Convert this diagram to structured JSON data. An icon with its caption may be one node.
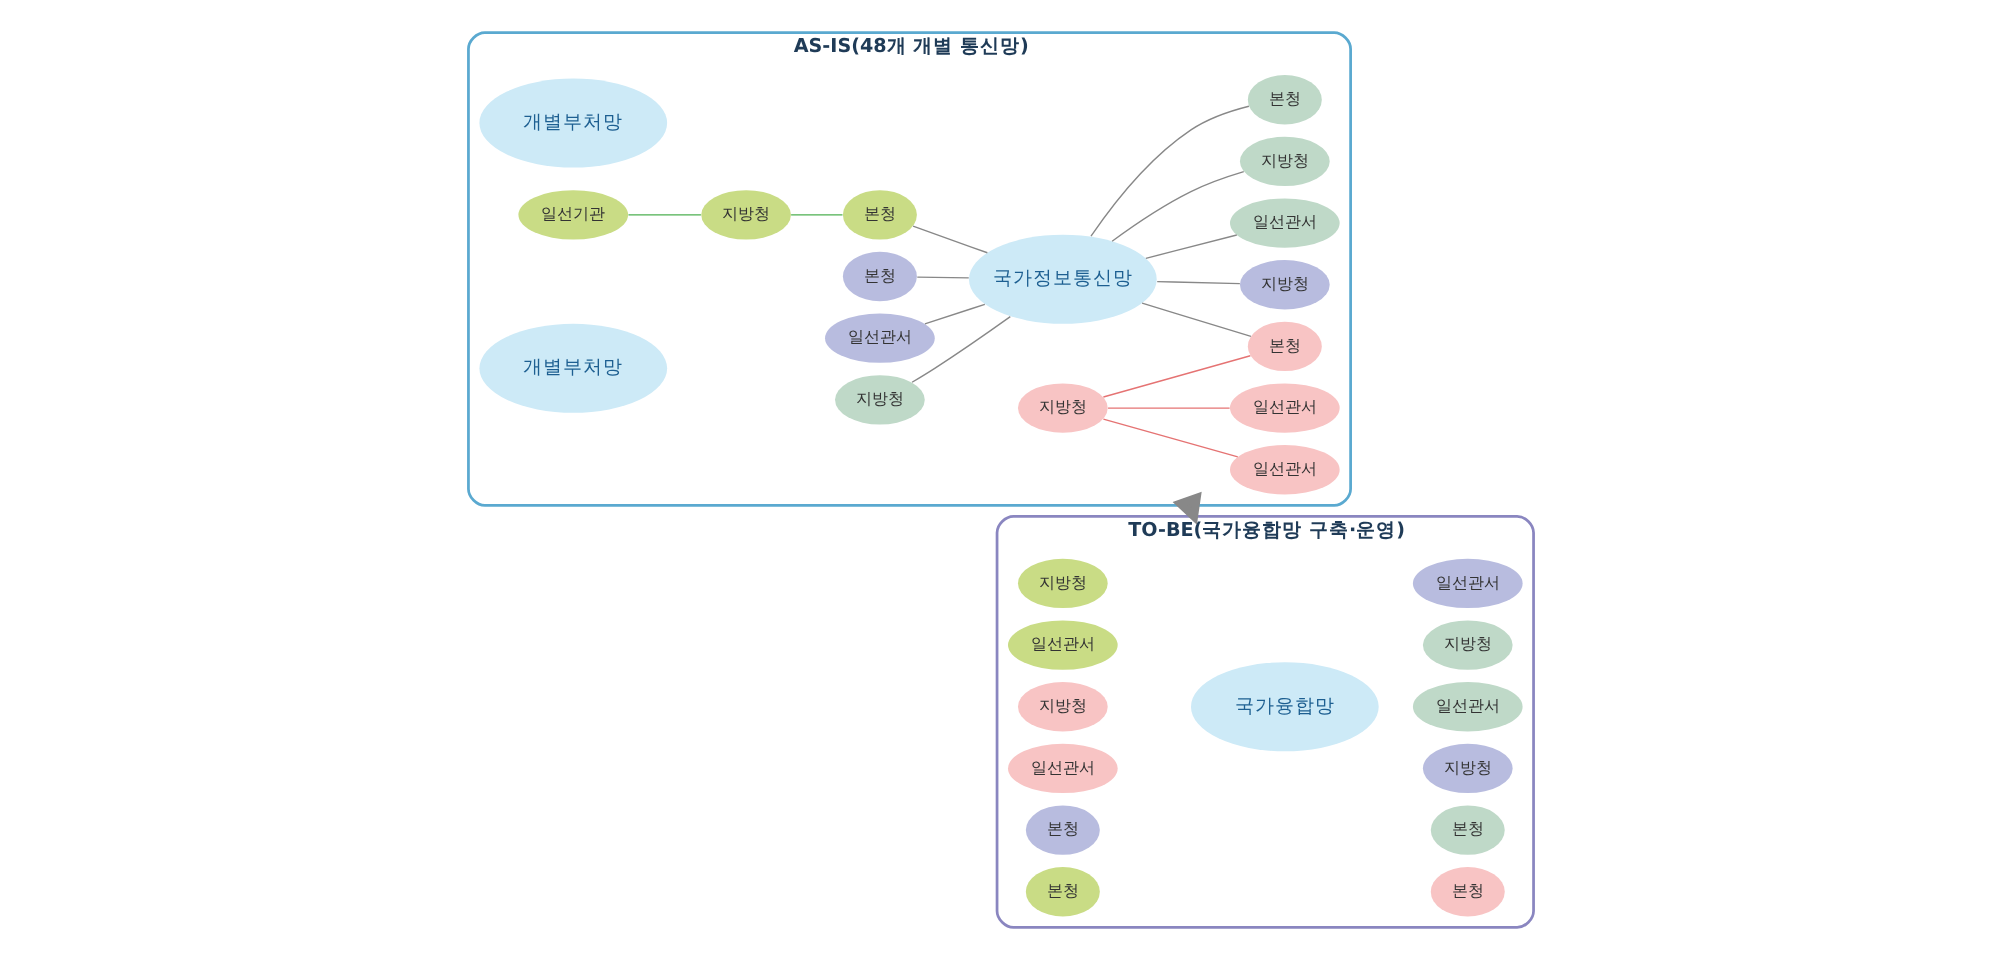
{
  "diagram": {
    "nodes": [
      {
        "text": [
          "AS-IS(48개 개별 통신망)"
        ]
      },
      {
        "text": [
          "개별부처망"
        ],
        "in": 0
      },
      {
        "text": [
          "일선기관"
        ],
        "in": 0
      },
      {
        "text": [
          "지방청"
        ],
        "in": 0
      },
      {
        "text": [
          "본청"
        ],
        "in": 0
      },
      {
        "text": [
          "국가정보통신망"
        ],
        "in": 0
      },
      {
        "text": [
          "본청"
        ],
        "in": 0
      },
      {
        "text": [
          "일선관서"
        ],
        "in": 0
      },
      {
        "text": [
          "지방청"
        ],
        "in": 0
      },
      {
        "text": [
          "본청"
        ],
        "in": 0
      },
      {
        "text": [
          "지방청"
        ],
        "in": 0
      },
      {
        "text": [
          "일선관서"
        ],
        "in": 0
      },
      {
        "text": [
          "지방청"
        ],
        "in": 0
      },
      {
        "text": [
          "개별부처망"
        ],
        "in": 0
      },
      {
        "text": [
          "지방청"
        ],
        "in": 0
      },
      {
        "text": [
          "본청"
        ],
        "in": 0
      },
      {
        "text": [
          "일선관서"
        ],
        "in": 0
      },
      {
        "text": [
          "일선관서"
        ],
        "in": 0
      },
      {
        "text": [
          "TO-BE(국가융합망 구축·운영)"
        ]
      },
      {
        "text": [
          "국가융합망"
        ],
        "in": 18
      },
      {
        "text": [
          "본청"
        ],
        "in": 18
      },
      {
        "text": [
          "본청"
        ],
        "in": 18
      },
      {
        "text": [
          "본청"
        ],
        "in": 18
      },
      {
        "text": [
          "본청"
        ],
        "in": 18
      },
      {
        "text": [
          "지방청"
        ],
        "in": 18
      },
      {
        "text": [
          "지방청"
        ],
        "in": 18
      },
      {
        "text": [
          "일선관서"
        ],
        "in": 18
      },
      {
        "text": [
          "일선관서"
        ],
        "in": 18
      },
      {
        "text": [
          "지방청"
        ],
        "in": 18
      },
      {
        "text": [
          "지방청"
        ],
        "in": 18
      },
      {
        "text": [
          "일선관서"
        ],
        "in": 18
      },
      {
        "text": [
          "일선관서"
        ],
        "in": 18
      }
    ],
    "edges": [
      {
        "from": 2,
        "to": 3,
        "arrow": "none",
        "color": "#4caf50"
      },
      {
        "from": 3,
        "to": 4,
        "arrow": "none",
        "color": "#4caf50"
      },
      {
        "from": 4,
        "to": 5,
        "arrow": "none"
      },
      {
        "from": 6,
        "to": 5,
        "arrow": "none"
      },
      {
        "from": 7,
        "to": 5,
        "arrow": "none"
      },
      {
        "from": 8,
        "to": 5,
        "arrow": "none"
      },
      {
        "from": 5,
        "to": 9,
        "arrow": "none"
      },
      {
        "from": 5,
        "to": 10,
        "arrow": "none"
      },
      {
        "from": 5,
        "to": 11,
        "arrow": "none"
      },
      {
        "from": 5,
        "to": 12,
        "arrow": "none"
      },
      {
        "from": 5,
        "to": 15,
        "arrow": "none"
      },
      {
        "from": 14,
        "to": 15,
        "arrow": "none",
        "color": "#e57373"
      },
      {
        "from": 14,
        "to": 16,
        "arrow": "none",
        "color": "#e57373"
      },
      {
        "from": 14,
        "to": 17,
        "arrow": "none",
        "color": "#e57373"
      },
      {
        "from": 0,
        "to": 18,
        "arrow": "to",
        "style": "thick"
      }
    ]
  }
}
